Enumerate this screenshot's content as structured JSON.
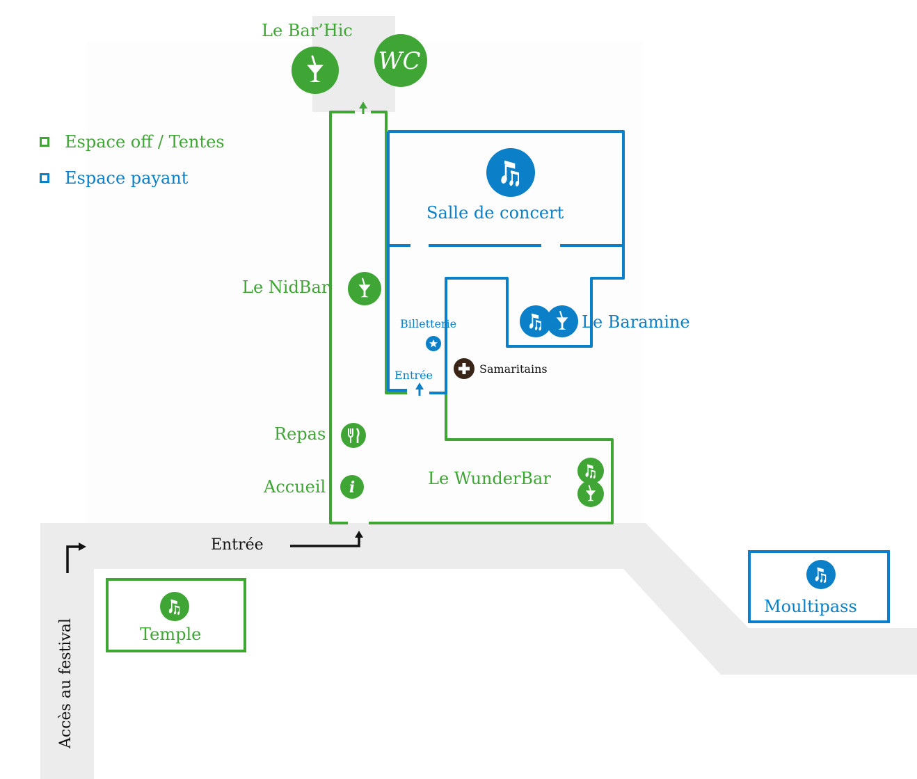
{
  "colors": {
    "off_space": "#3fa535",
    "paid_space": "#0b7fc7",
    "road": "#ececed",
    "first_aid": "#3a2418",
    "text_dark": "#111111"
  },
  "legend": [
    {
      "label": "Espace off / Tentes",
      "color": "#3fa535"
    },
    {
      "label": "Espace payant",
      "color": "#0b7fc7"
    }
  ],
  "places": {
    "bar_hic": {
      "label": "Le Bar’Hic",
      "icon": "cocktail-icon"
    },
    "wc": {
      "label": "WC",
      "icon": "wc-icon"
    },
    "salle_concert": {
      "label": "Salle de concert",
      "icon": "music-notes-icon"
    },
    "nidbar": {
      "label": "Le NidBar",
      "icon": "cocktail-icon"
    },
    "baramine": {
      "label": "Le Baramine",
      "icons": [
        "music-notes-icon",
        "cocktail-icon"
      ]
    },
    "billetterie": {
      "label": "Billetterie",
      "icon": "star-icon"
    },
    "entree_paid": {
      "label": "Entrée",
      "icon": "arrow-up-icon"
    },
    "samaritains": {
      "label": "Samaritains",
      "icon": "first-aid-cross-icon"
    },
    "repas": {
      "label": "Repas",
      "icon": "fork-knife-icon"
    },
    "accueil": {
      "label": "Accueil",
      "icon": "info-icon"
    },
    "wunderbar": {
      "label": "Le WunderBar",
      "icons": [
        "music-notes-icon",
        "cocktail-icon"
      ]
    },
    "entree_main": {
      "label": "Entrée",
      "icon": "arrow-icon"
    },
    "acces": {
      "label": "Accès au festival",
      "icon": "arrow-icon"
    },
    "temple": {
      "label": "Temple",
      "icon": "music-notes-icon"
    },
    "moultipass": {
      "label": "Moultipass",
      "icon": "music-notes-icon"
    }
  }
}
